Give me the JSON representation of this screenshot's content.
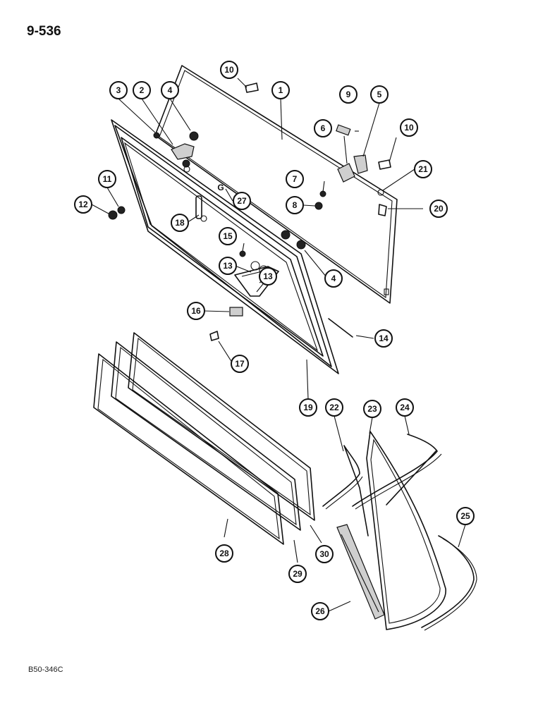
{
  "page_code": "9-536",
  "reference_code": "B50-346C",
  "callouts": [
    "1",
    "2",
    "3",
    "4",
    "4",
    "5",
    "6",
    "7",
    "8",
    "9",
    "10",
    "10",
    "11",
    "12",
    "13",
    "13",
    "14",
    "15",
    "16",
    "17",
    "18",
    "19",
    "20",
    "21",
    "22",
    "23",
    "24",
    "25",
    "26",
    "27",
    "28",
    "29",
    "30"
  ]
}
